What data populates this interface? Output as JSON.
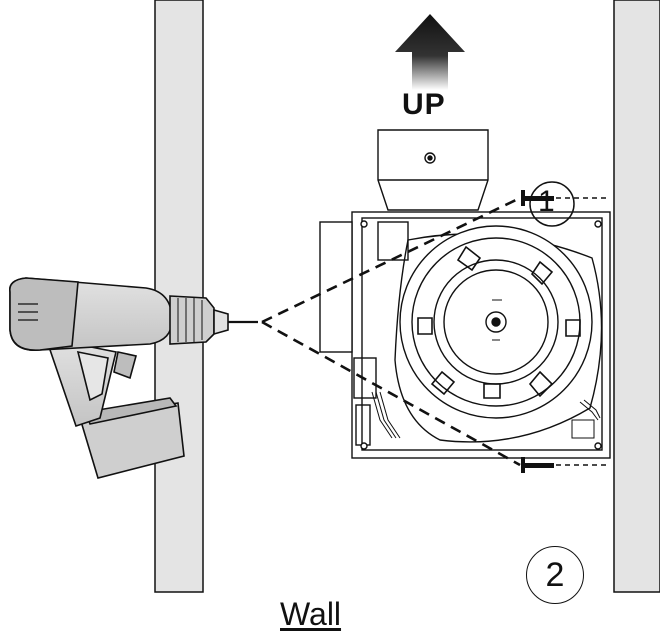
{
  "direction_label": "UP",
  "wall_label": "Wall",
  "callouts": {
    "screw_marker": "1",
    "step_number": "2"
  },
  "icons": {
    "arrow": "up-arrow-icon",
    "drill": "cordless-drill-icon",
    "fan": "centrifugal-fan-unit",
    "screw": "screw-icon"
  },
  "colors": {
    "wall_fill": "#e4e4e4",
    "line": "#111111",
    "drill_body": "#d2d2d2"
  }
}
